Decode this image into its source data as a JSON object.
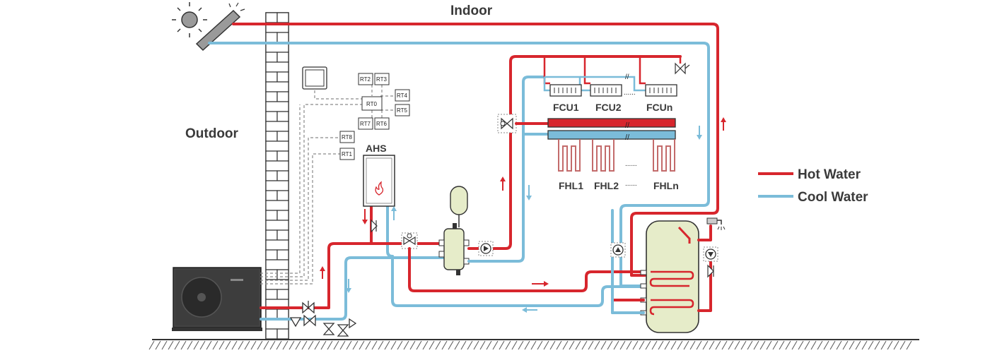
{
  "labels": {
    "indoor": "Indoor",
    "outdoor": "Outdoor",
    "ahs": "AHS",
    "fcu1": "FCU1",
    "fcu2": "FCU2",
    "fcun": "FCUn",
    "fhl1": "FHL1",
    "fhl2": "FHL2",
    "fhln": "FHLn",
    "dots": "......",
    "rt0": "RT0",
    "rt1": "RT1",
    "rt2": "RT2",
    "rt3": "RT3",
    "rt4": "RT4",
    "rt5": "RT5",
    "rt6": "RT6",
    "rt7": "RT7",
    "rt8": "RT8"
  },
  "legend": {
    "hot": "Hot Water",
    "cool": "Cool Water"
  },
  "colors": {
    "hot": "#d7262d",
    "cool": "#7bbcd9",
    "tank": "#e6ecc9",
    "unit": "#3d3d3d"
  }
}
